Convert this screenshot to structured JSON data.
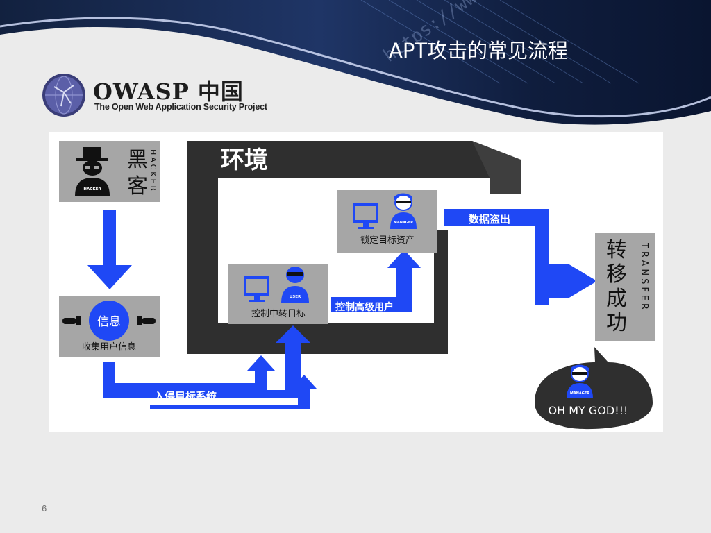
{
  "slide": {
    "title": "APT攻击的常见流程",
    "page_number": "6"
  },
  "logo": {
    "name": "OWASP 中国",
    "tagline": "The Open Web Application Security Project"
  },
  "diagram": {
    "environment_label": "环境",
    "hacker": {
      "cn": "黑客",
      "en": "HACKER",
      "badge": "HACKER"
    },
    "info": {
      "circle": "信息",
      "caption": "收集用户信息"
    },
    "intrusion": {
      "label": "入侵目标系统"
    },
    "control_transit": {
      "caption": "控制中转目标",
      "badge": "USER"
    },
    "escalate": {
      "label": "控制高级用户"
    },
    "lock_asset": {
      "caption": "锁定目标资产",
      "badge": "MANAGER"
    },
    "exfil": {
      "label": "数据盗出"
    },
    "transfer": {
      "cn": "转移成功",
      "en": "TRANSFER"
    },
    "bubble": {
      "text": "OH MY GOD!!!",
      "badge": "MANAGER"
    }
  },
  "colors": {
    "arrow_blue": "#1f48f5",
    "box_gray": "#a6a6a6",
    "frame_dark": "#2f2f2f",
    "banner_navy": "#0e1a3a"
  }
}
